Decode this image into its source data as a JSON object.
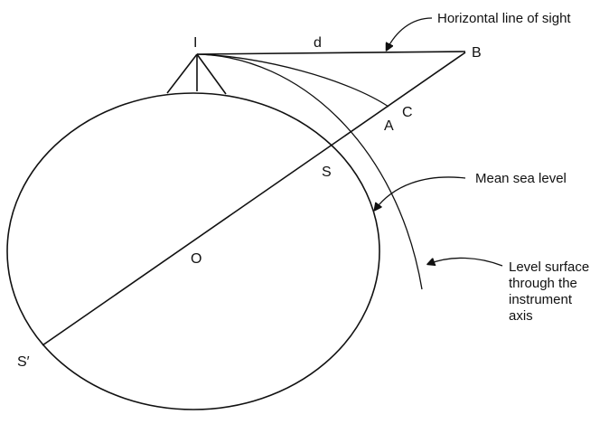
{
  "diagram": {
    "points": {
      "instrument": "I",
      "distance": "d",
      "b": "B",
      "a": "A",
      "c": "C",
      "s": "S",
      "o": "O",
      "s_prime": "S′"
    },
    "annotations": {
      "line_of_sight": "Horizontal line of sight",
      "mean_sea_level": "Mean sea level",
      "level_surface": [
        "Level surface",
        "through the",
        "instrument",
        "axis"
      ]
    }
  }
}
